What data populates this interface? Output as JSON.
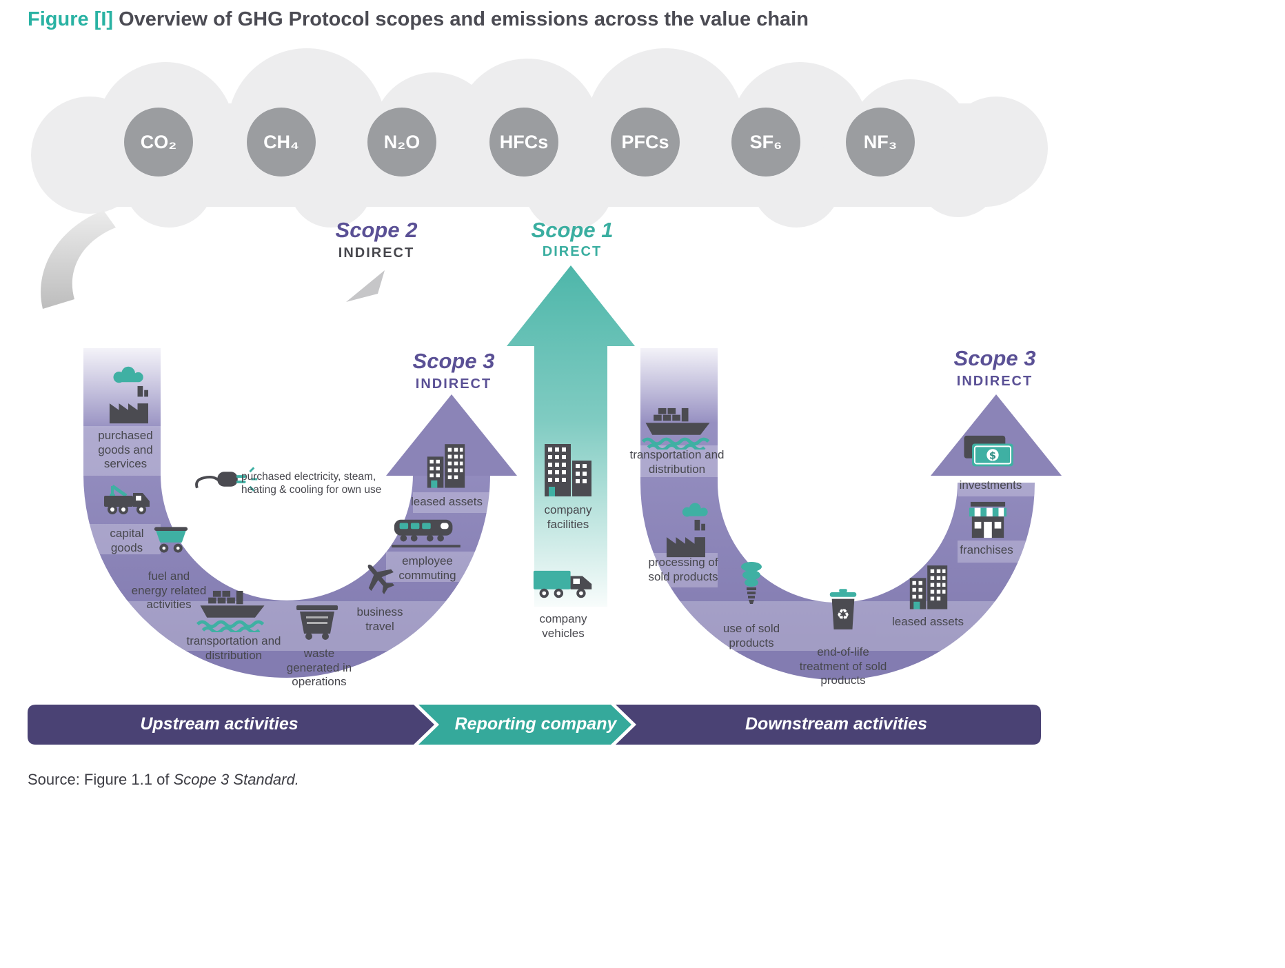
{
  "title": {
    "figure_label": "Figure [I]",
    "text": "Overview of GHG Protocol scopes and emissions across the value chain"
  },
  "gases": [
    "CO₂",
    "CH₄",
    "N₂O",
    "HFCs",
    "PFCs",
    "SF₆",
    "NF₃"
  ],
  "scopes": {
    "scope2": {
      "name": "Scope 2",
      "kind": "INDIRECT"
    },
    "scope1": {
      "name": "Scope 1",
      "kind": "DIRECT"
    },
    "scope3_left": {
      "name": "Scope 3",
      "kind": "INDIRECT"
    },
    "scope3_right": {
      "name": "Scope 3",
      "kind": "INDIRECT"
    }
  },
  "upstream": {
    "scope2_note": "purchased electricity, steam, heating & cooling for own use",
    "categories": [
      {
        "label": "purchased goods and services"
      },
      {
        "label": "capital goods"
      },
      {
        "label": "fuel and energy related activities"
      },
      {
        "label": "transportation and distribution"
      },
      {
        "label": "waste generated in operations"
      },
      {
        "label": "business travel"
      },
      {
        "label": "employee commuting"
      },
      {
        "label": "leased assets"
      }
    ]
  },
  "reporting": {
    "categories": [
      {
        "label": "company facilities"
      },
      {
        "label": "company vehicles"
      }
    ]
  },
  "downstream": {
    "categories": [
      {
        "label": "transportation and distribution"
      },
      {
        "label": "processing of sold products"
      },
      {
        "label": "use of sold products"
      },
      {
        "label": "end-of-life treatment of sold products"
      },
      {
        "label": "leased assets"
      },
      {
        "label": "franchises"
      },
      {
        "label": "investments"
      }
    ]
  },
  "banner": {
    "upstream": "Upstream activities",
    "reporting": "Reporting company",
    "downstream": "Downstream activities"
  },
  "source": {
    "prefix": "Source: Figure 1.1 of ",
    "work": "Scope 3 Standard."
  },
  "colors": {
    "teal": "#3AAEA0",
    "purple": "#8B84B7",
    "banner_purple": "#4A4274",
    "gas_gray": "#9B9DA0",
    "cloud_gray": "#EDEDEE",
    "text_dark": "#47474D",
    "scope3_purple": "#5A5095"
  }
}
